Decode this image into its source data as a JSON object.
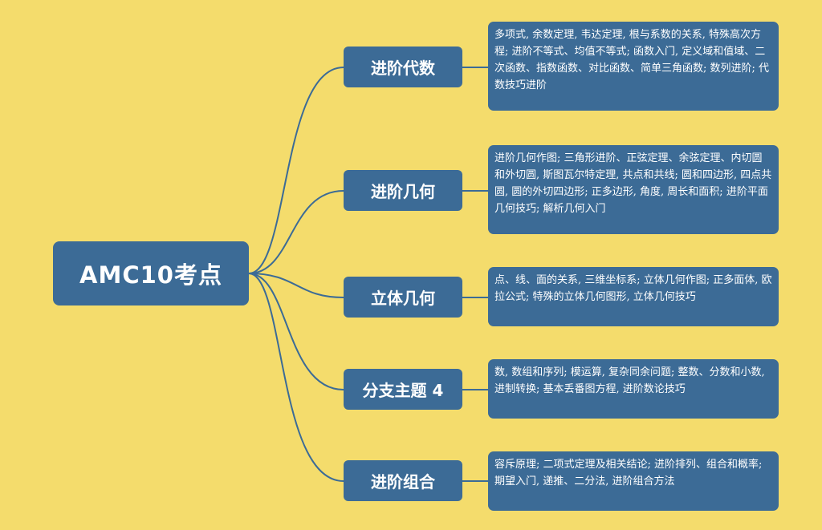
{
  "root": {
    "label": "AMC10考点"
  },
  "branches": [
    {
      "label": "进阶代数",
      "detail": "多项式, 余数定理, 韦达定理, 根与系数的关系, 特殊高次方程; 进阶不等式、均值不等式; 函数入门, 定义域和值域、二次函数、指数函数、对比函数、简单三角函数; 数列进阶; 代数技巧进阶"
    },
    {
      "label": "进阶几何",
      "detail": "进阶几何作图; 三角形进阶、正弦定理、余弦定理、内切圆和外切圆, 斯图瓦尔特定理, 共点和共线; 圆和四边形, 四点共圆, 圆的外切四边形; 正多边形, 角度, 周长和面积; 进阶平面几何技巧; 解析几何入门"
    },
    {
      "label": "立体几何",
      "detail": "点、线、面的关系, 三维坐标系; 立体几何作图; 正多面体, 欧拉公式; 特殊的立体几何图形, 立体几何技巧"
    },
    {
      "label": "分支主题 4",
      "detail": "数, 数组和序列; 模运算, 复杂同余问题; 整数、分数和小数, 进制转换; 基本丢番图方程, 进阶数论技巧"
    },
    {
      "label": "进阶组合",
      "detail": "容斥原理; 二项式定理及相关结论; 进阶排列、组合和概率; 期望入门, 递推、二分法, 进阶组合方法"
    }
  ],
  "colors": {
    "background": "#f4dc6c",
    "node": "#3c6b96",
    "text": "#ffffff",
    "connector": "#3c6b96"
  }
}
